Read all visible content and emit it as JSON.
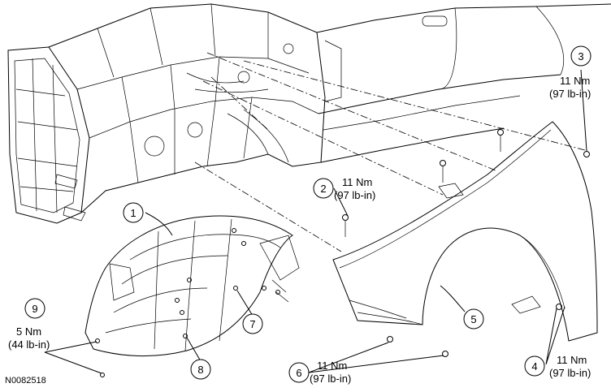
{
  "figure_id": "N0082518",
  "callouts": [
    {
      "number": "1"
    },
    {
      "number": "2",
      "torque_nm": "11 Nm",
      "torque_lbin": "(97 lb-in)"
    },
    {
      "number": "3",
      "torque_nm": "11 Nm",
      "torque_lbin": "(97 lb-in)"
    },
    {
      "number": "4",
      "torque_nm": "11 Nm",
      "torque_lbin": "(97 lb-in)"
    },
    {
      "number": "5"
    },
    {
      "number": "6",
      "torque_nm": "11 Nm",
      "torque_lbin": "(97 lb-in)"
    },
    {
      "number": "7"
    },
    {
      "number": "8"
    },
    {
      "number": "9",
      "torque_nm": "5 Nm",
      "torque_lbin": "(44 lb-in)"
    }
  ]
}
